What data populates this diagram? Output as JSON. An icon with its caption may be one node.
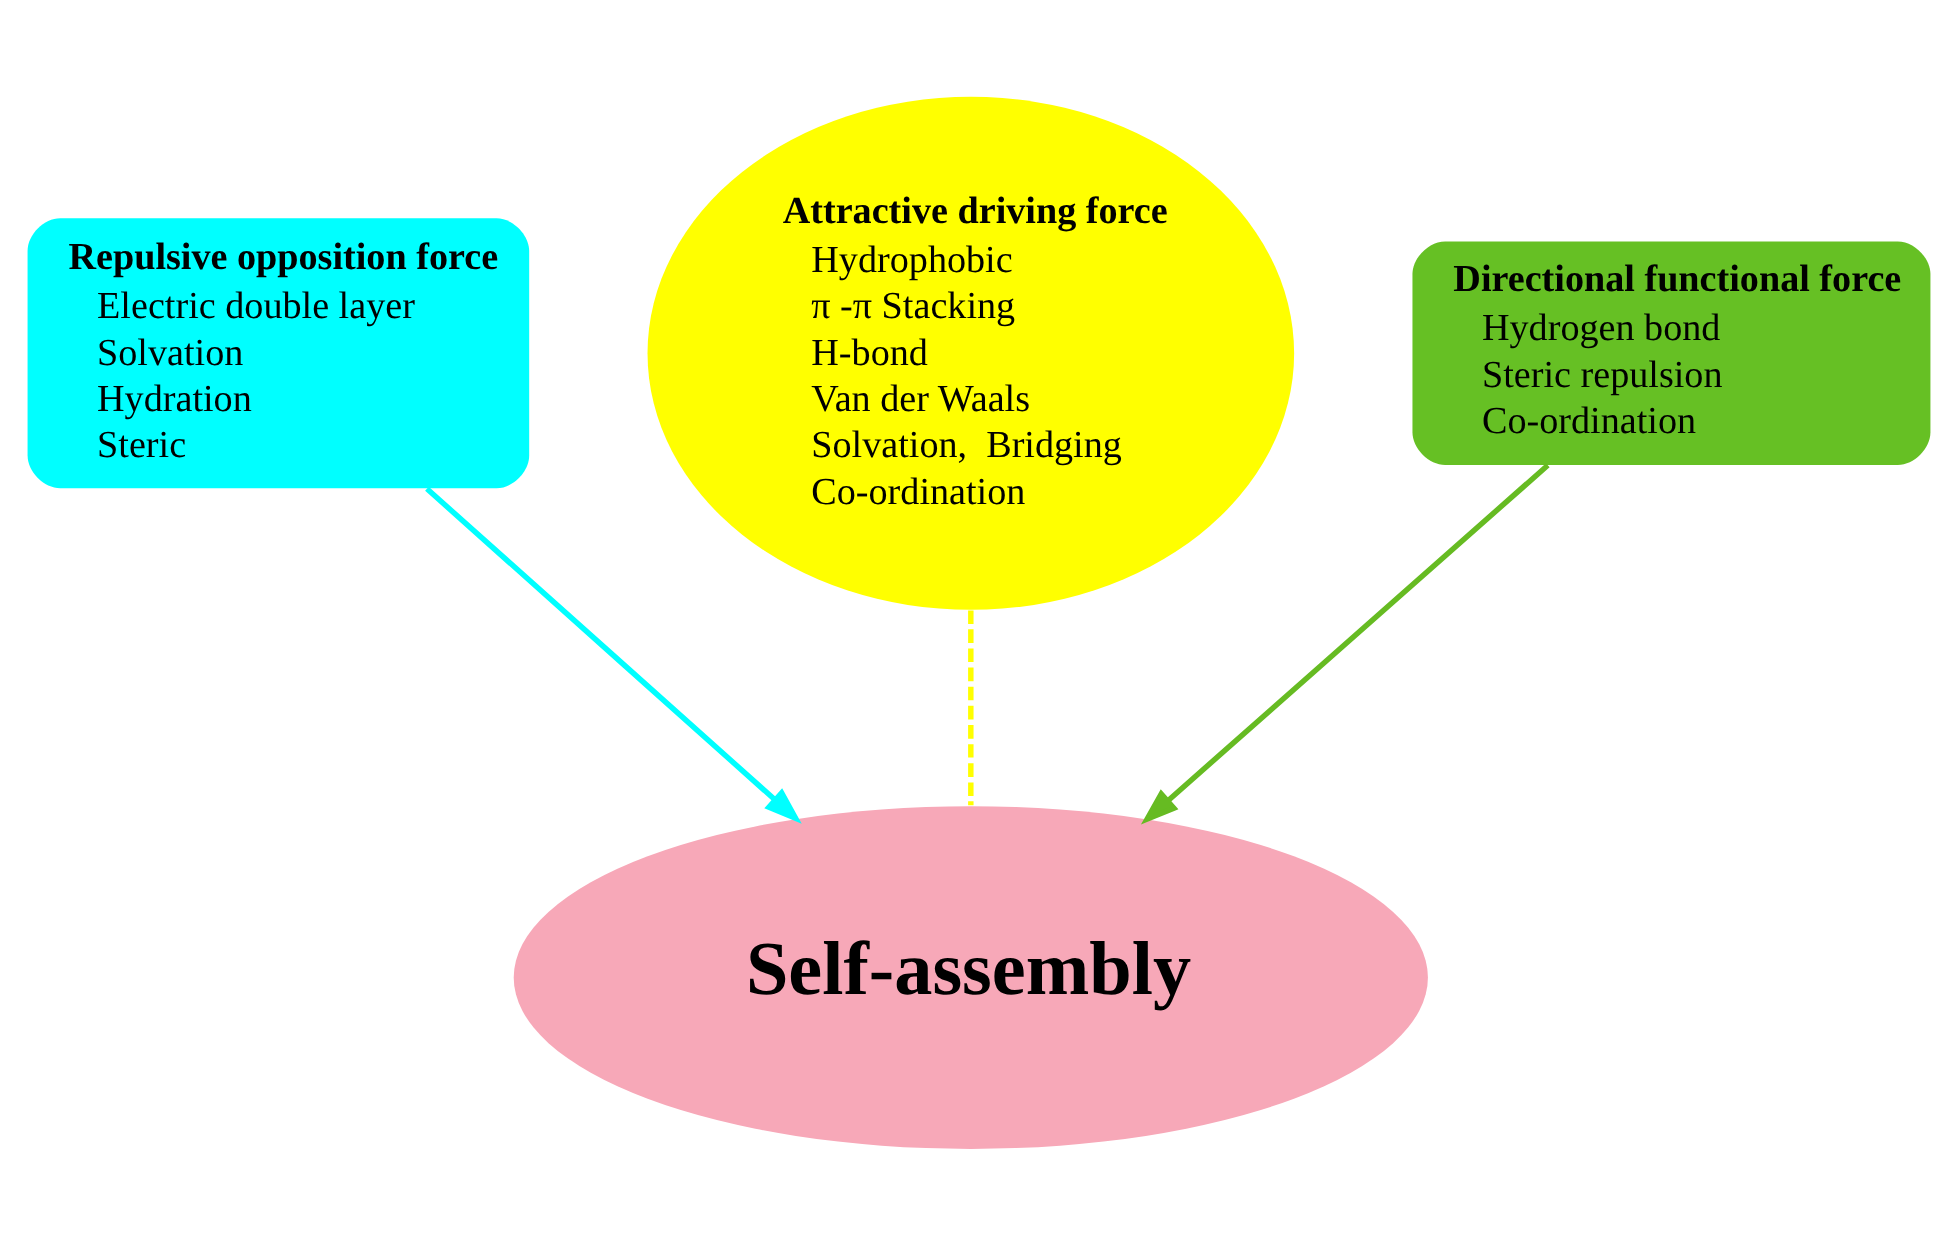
{
  "diagram": {
    "nodes": [
      {
        "text": [
          "Attractive driving force",
          "Hydrophobic",
          "π -π Stacking",
          "H-bond",
          "Van der Waals",
          "Solvation,  Bridging",
          "Co-ordination"
        ]
      },
      {
        "text": [
          "Repulsive opposition force",
          "Electric double layer",
          "Solvation",
          "Hydration",
          "Steric"
        ]
      },
      {
        "text": [
          "Directional functional force",
          "Hydrogen bond",
          "Steric repulsion",
          "Co-ordination"
        ]
      },
      {
        "text": [
          "Self-assembly"
        ]
      }
    ],
    "edges": [
      {
        "from": 0,
        "to": 3,
        "arrow": "none",
        "style": "dashed",
        "color": "#ffff00"
      },
      {
        "from": 1,
        "to": 3,
        "arrow": "to",
        "color": "#00ffff"
      },
      {
        "from": 2,
        "to": 3,
        "arrow": "to",
        "color": "#66bb22"
      }
    ]
  }
}
